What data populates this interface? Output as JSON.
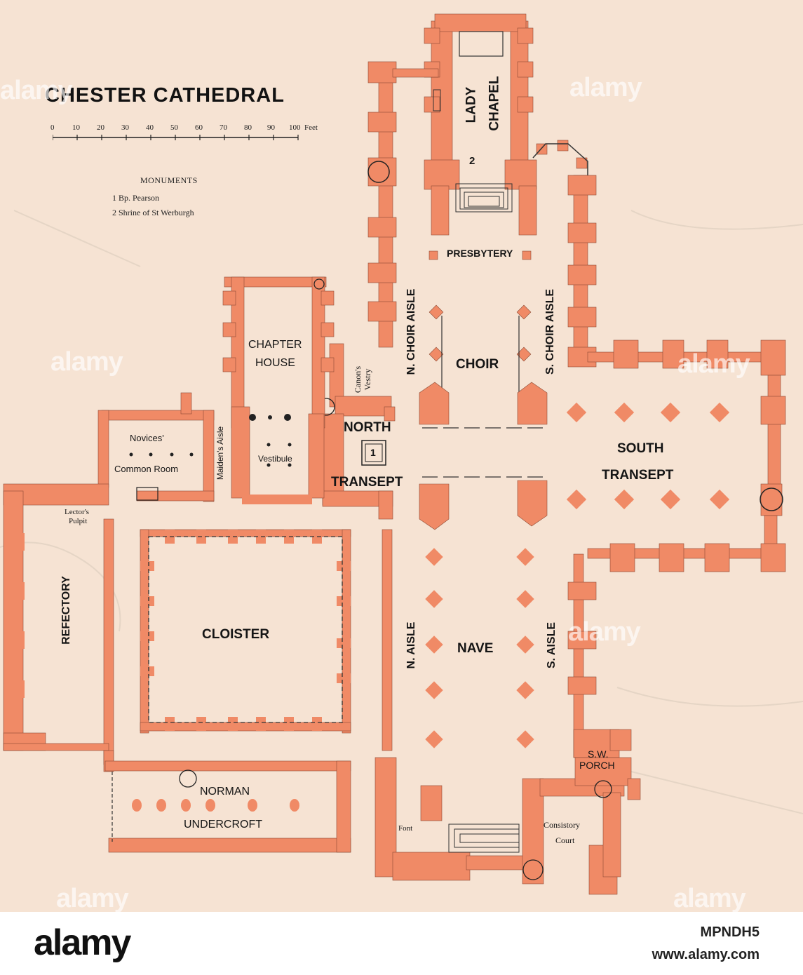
{
  "map": {
    "title": "CHESTER CATHEDRAL",
    "scale": {
      "ticks": [
        "0",
        "10",
        "20",
        "30",
        "40",
        "50",
        "60",
        "70",
        "80",
        "90",
        "100"
      ],
      "unit": "Feet"
    },
    "legend": {
      "heading": "MONUMENTS",
      "items": [
        "1 Bp. Pearson",
        "2 Shrine of St Werburgh"
      ]
    },
    "monument_markers": [
      "1",
      "2"
    ],
    "colors": {
      "paper": "#f6e3d3",
      "walls": "#f08a66",
      "ink": "#151515"
    },
    "labels": {
      "lady_chapel_1": "LADY",
      "lady_chapel_2": "CHAPEL",
      "presbytery": "PRESBYTERY",
      "n_choir_aisle": "N. CHOIR AISLE",
      "s_choir_aisle": "S. CHOIR AISLE",
      "choir": "CHOIR",
      "chapter_house_1": "CHAPTER",
      "chapter_house_2": "HOUSE",
      "canons_vestry_1": "Canon's",
      "canons_vestry_2": "Vestry",
      "north_transept_1": "NORTH",
      "north_transept_2": "TRANSEPT",
      "south_transept_1": "SOUTH",
      "south_transept_2": "TRANSEPT",
      "novices_1": "Novices'",
      "novices_2": "Common Room",
      "maidens_aisle": "Maiden's Aisle",
      "vestibule": "Vestibule",
      "lectors_1": "Lector's",
      "lectors_2": "Pulpit",
      "refectory": "REFECTORY",
      "cloister": "CLOISTER",
      "n_aisle": "N. AISLE",
      "nave": "NAVE",
      "s_aisle": "S. AISLE",
      "sw_porch_1": "S.W.",
      "sw_porch_2": "PORCH",
      "norman_1": "NORMAN",
      "norman_2": "UNDERCROFT",
      "font": "Font",
      "consistory_1": "Consistory",
      "consistory_2": "Court"
    }
  },
  "watermark": "alamy",
  "footer": {
    "logo": "alamy",
    "image_id": "MPNDH5",
    "url": "www.alamy.com"
  }
}
